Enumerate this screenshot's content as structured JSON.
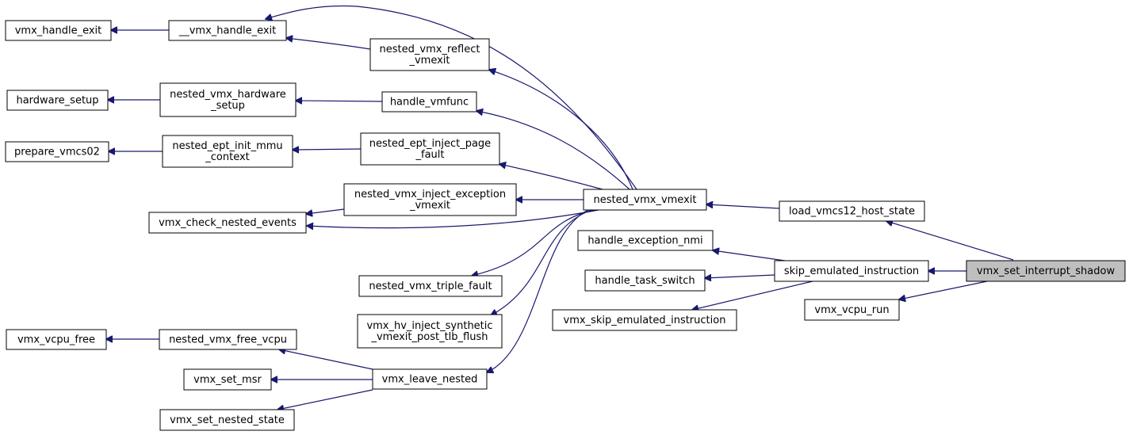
{
  "graph": {
    "target": "vmx_set_interrupt_shadow",
    "nodes": {
      "vmx_handle_exit": [
        "vmx_handle_exit"
      ],
      "__vmx_handle_exit": [
        "__vmx_handle_exit"
      ],
      "nested_vmx_reflect_vmexit": [
        "nested_vmx_reflect",
        "_vmexit"
      ],
      "hardware_setup": [
        "hardware_setup"
      ],
      "nested_vmx_hardware_setup": [
        "nested_vmx_hardware",
        "_setup"
      ],
      "handle_vmfunc": [
        "handle_vmfunc"
      ],
      "prepare_vmcs02": [
        "prepare_vmcs02"
      ],
      "nested_ept_init_mmu_context": [
        "nested_ept_init_mmu",
        "_context"
      ],
      "nested_ept_inject_page_fault": [
        "nested_ept_inject_page",
        "_fault"
      ],
      "nested_vmx_inject_exception_vmexit": [
        "nested_vmx_inject_exception",
        "_vmexit"
      ],
      "nested_vmx_vmexit": [
        "nested_vmx_vmexit"
      ],
      "vmx_check_nested_events": [
        "vmx_check_nested_events"
      ],
      "load_vmcs12_host_state": [
        "load_vmcs12_host_state"
      ],
      "handle_exception_nmi": [
        "handle_exception_nmi"
      ],
      "skip_emulated_instruction": [
        "skip_emulated_instruction"
      ],
      "vmx_set_interrupt_shadow": [
        "vmx_set_interrupt_shadow"
      ],
      "handle_task_switch": [
        "handle_task_switch"
      ],
      "nested_vmx_triple_fault": [
        "nested_vmx_triple_fault"
      ],
      "vmx_skip_emulated_instruction": [
        "vmx_skip_emulated_instruction"
      ],
      "vmx_vcpu_run": [
        "vmx_vcpu_run"
      ],
      "vmx_hv_inject_synthetic_vmexit_post_tlb_flush": [
        "vmx_hv_inject_synthetic",
        "_vmexit_post_tlb_flush"
      ],
      "vmx_vcpu_free": [
        "vmx_vcpu_free"
      ],
      "nested_vmx_free_vcpu": [
        "nested_vmx_free_vcpu"
      ],
      "vmx_set_msr": [
        "vmx_set_msr"
      ],
      "vmx_leave_nested": [
        "vmx_leave_nested"
      ],
      "vmx_set_nested_state": [
        "vmx_set_nested_state"
      ]
    },
    "edges": [
      [
        "__vmx_handle_exit",
        "vmx_handle_exit"
      ],
      [
        "nested_vmx_reflect_vmexit",
        "__vmx_handle_exit"
      ],
      [
        "nested_vmx_vmexit",
        "__vmx_handle_exit"
      ],
      [
        "nested_vmx_vmexit",
        "nested_vmx_reflect_vmexit"
      ],
      [
        "nested_vmx_hardware_setup",
        "hardware_setup"
      ],
      [
        "handle_vmfunc",
        "nested_vmx_hardware_setup"
      ],
      [
        "nested_vmx_vmexit",
        "handle_vmfunc"
      ],
      [
        "nested_ept_init_mmu_context",
        "prepare_vmcs02"
      ],
      [
        "nested_ept_inject_page_fault",
        "nested_ept_init_mmu_context"
      ],
      [
        "nested_vmx_vmexit",
        "nested_ept_inject_page_fault"
      ],
      [
        "nested_vmx_vmexit",
        "nested_vmx_inject_exception_vmexit"
      ],
      [
        "nested_vmx_inject_exception_vmexit",
        "vmx_check_nested_events"
      ],
      [
        "nested_vmx_vmexit",
        "vmx_check_nested_events"
      ],
      [
        "nested_vmx_vmexit",
        "nested_vmx_triple_fault"
      ],
      [
        "nested_vmx_vmexit",
        "vmx_hv_inject_synthetic_vmexit_post_tlb_flush"
      ],
      [
        "nested_vmx_vmexit",
        "vmx_leave_nested"
      ],
      [
        "load_vmcs12_host_state",
        "nested_vmx_vmexit"
      ],
      [
        "vmx_set_interrupt_shadow",
        "load_vmcs12_host_state"
      ],
      [
        "skip_emulated_instruction",
        "handle_exception_nmi"
      ],
      [
        "skip_emulated_instruction",
        "handle_task_switch"
      ],
      [
        "skip_emulated_instruction",
        "vmx_skip_emulated_instruction"
      ],
      [
        "vmx_set_interrupt_shadow",
        "skip_emulated_instruction"
      ],
      [
        "vmx_set_interrupt_shadow",
        "vmx_vcpu_run"
      ],
      [
        "nested_vmx_free_vcpu",
        "vmx_vcpu_free"
      ],
      [
        "vmx_leave_nested",
        "nested_vmx_free_vcpu"
      ],
      [
        "vmx_leave_nested",
        "vmx_set_msr"
      ],
      [
        "vmx_leave_nested",
        "vmx_set_nested_state"
      ]
    ]
  },
  "colors": {
    "edge": "#191970",
    "node_border": "#000000",
    "node_fill": "#ffffff",
    "target_fill": "#bfbfbf"
  }
}
